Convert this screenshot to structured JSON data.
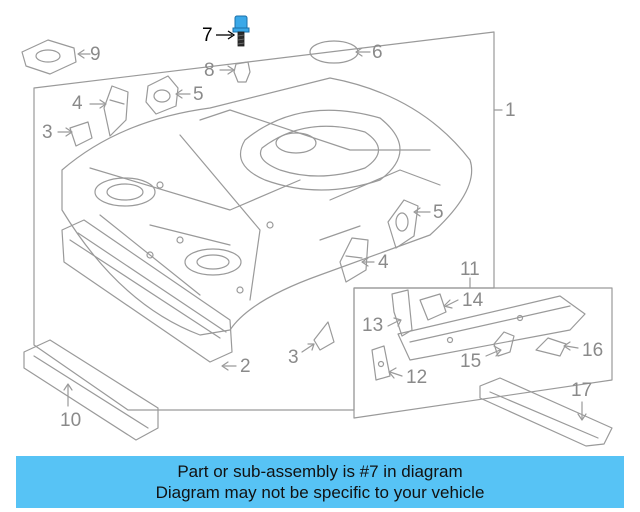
{
  "callouts": {
    "c1": "1",
    "c2": "2",
    "c3a": "3",
    "c3b": "3",
    "c4a": "4",
    "c4b": "4",
    "c5a": "5",
    "c5b": "5",
    "c6": "6",
    "c7": "7",
    "c8": "8",
    "c9": "9",
    "c10": "10",
    "c11": "11",
    "c12": "12",
    "c13": "13",
    "c14": "14",
    "c15": "15",
    "c16": "16",
    "c17": "17"
  },
  "highlighted_part": "7",
  "colors": {
    "line": "#9a9a9a",
    "highlight_part": "#3aa8e8",
    "banner": "#57c3f5"
  },
  "banner": {
    "line1": "Part or sub-assembly is #7 in diagram",
    "line2": "Diagram may not be specific to your vehicle"
  }
}
